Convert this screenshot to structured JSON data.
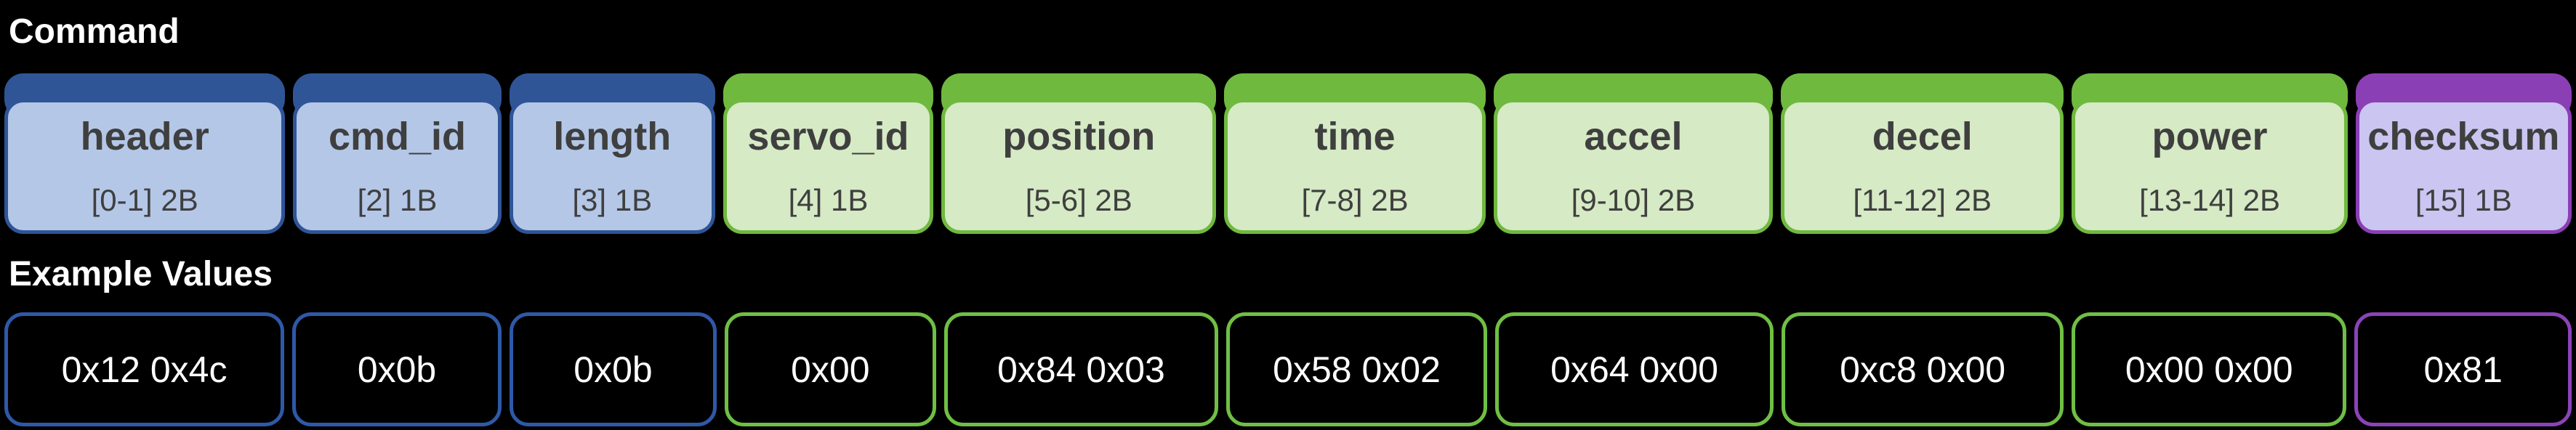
{
  "titles": {
    "command": "Command",
    "example_values": "Example Values"
  },
  "packet": {
    "fields": [
      {
        "name": "header",
        "range": "[0-1] 2B",
        "value": "0x12 0x4c",
        "group": "blue",
        "flex": 386
      },
      {
        "name": "cmd_id",
        "range": "[2] 1B",
        "value": "0x0b",
        "group": "blue",
        "flex": 286
      },
      {
        "name": "length",
        "range": "[3] 1B",
        "value": "0x0b",
        "group": "blue",
        "flex": 283
      },
      {
        "name": "servo_id",
        "range": "[4] 1B",
        "value": "0x00",
        "group": "green",
        "flex": 289
      },
      {
        "name": "position",
        "range": "[5-6] 2B",
        "value": "0x84 0x03",
        "group": "green",
        "flex": 378
      },
      {
        "name": "time",
        "range": "[7-8] 2B",
        "value": "0x58 0x02",
        "group": "green",
        "flex": 359
      },
      {
        "name": "accel",
        "range": "[9-10] 2B",
        "value": "0x64 0x00",
        "group": "green",
        "flex": 384
      },
      {
        "name": "decel",
        "range": "[11-12] 2B",
        "value": "0xc8 0x00",
        "group": "green",
        "flex": 389
      },
      {
        "name": "power",
        "range": "[13-14] 2B",
        "value": "0x00 0x00",
        "group": "green",
        "flex": 379
      },
      {
        "name": "checksum",
        "range": "[15] 1B",
        "value": "0x81",
        "group": "purple",
        "flex": 297
      }
    ]
  },
  "colors": {
    "background": "#000000",
    "text_dark": "#3F3F3F",
    "text_light": "#FFFFFF",
    "blue": {
      "tab": "#2F5597",
      "body": "#B4C7E7",
      "border": "#2F5597",
      "value_border": "#2E59A8"
    },
    "green": {
      "tab": "#6FB93F",
      "body": "#D6EAC5",
      "border": "#6FB93F",
      "value_border": "#6FBF44"
    },
    "purple": {
      "tab": "#8B3FB4",
      "body": "#CBC5F1",
      "border": "#8B3FB4",
      "value_border": "#8C42B8"
    }
  }
}
